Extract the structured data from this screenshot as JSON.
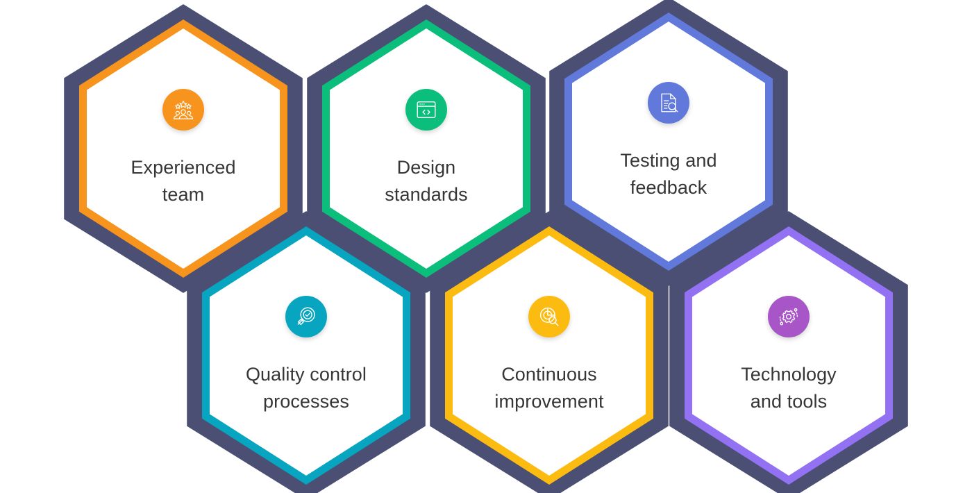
{
  "infographic": {
    "backdrop_color": "#4b4f74",
    "title_color": "#363636",
    "cards": [
      {
        "id": "experienced-team",
        "title": "Experienced\nteam",
        "title_line1": "Experienced",
        "title_line2": "team",
        "border_color": "#F7941D",
        "icon_bg": "#F7941D",
        "icon_name": "team-stars-icon"
      },
      {
        "id": "design-standards",
        "title": "Design\nstandards",
        "title_line1": "Design",
        "title_line2": "standards",
        "border_color": "#0CBE7B",
        "icon_bg": "#0CBE7B",
        "icon_name": "browser-code-icon"
      },
      {
        "id": "testing-and-feedback",
        "title": "Testing and\nfeedback",
        "title_line1": "Testing and",
        "title_line2": "feedback",
        "border_color": "#6079DB",
        "icon_bg": "#6079DB",
        "icon_name": "document-magnifier-icon"
      },
      {
        "id": "quality-control-processes",
        "title": "Quality control\nprocesses",
        "title_line1": "Quality control",
        "title_line2": "processes",
        "border_color": "#07A5BF",
        "icon_bg": "#07A5BF",
        "icon_name": "magnifier-check-icon"
      },
      {
        "id": "continuous-improvement",
        "title": "Continuous\nimprovement",
        "title_line1": "Continuous",
        "title_line2": "improvement",
        "border_color": "#FBBB11",
        "icon_bg": "#FBBB11",
        "icon_name": "pie-chart-magnifier-icon"
      },
      {
        "id": "technology-and-tools",
        "title": "Technology\nand tools",
        "title_line1": "Technology",
        "title_line2": "and tools",
        "border_color": "#9272F2",
        "icon_bg": "#A855C8",
        "icon_name": "gear-orbit-icon"
      }
    ]
  }
}
